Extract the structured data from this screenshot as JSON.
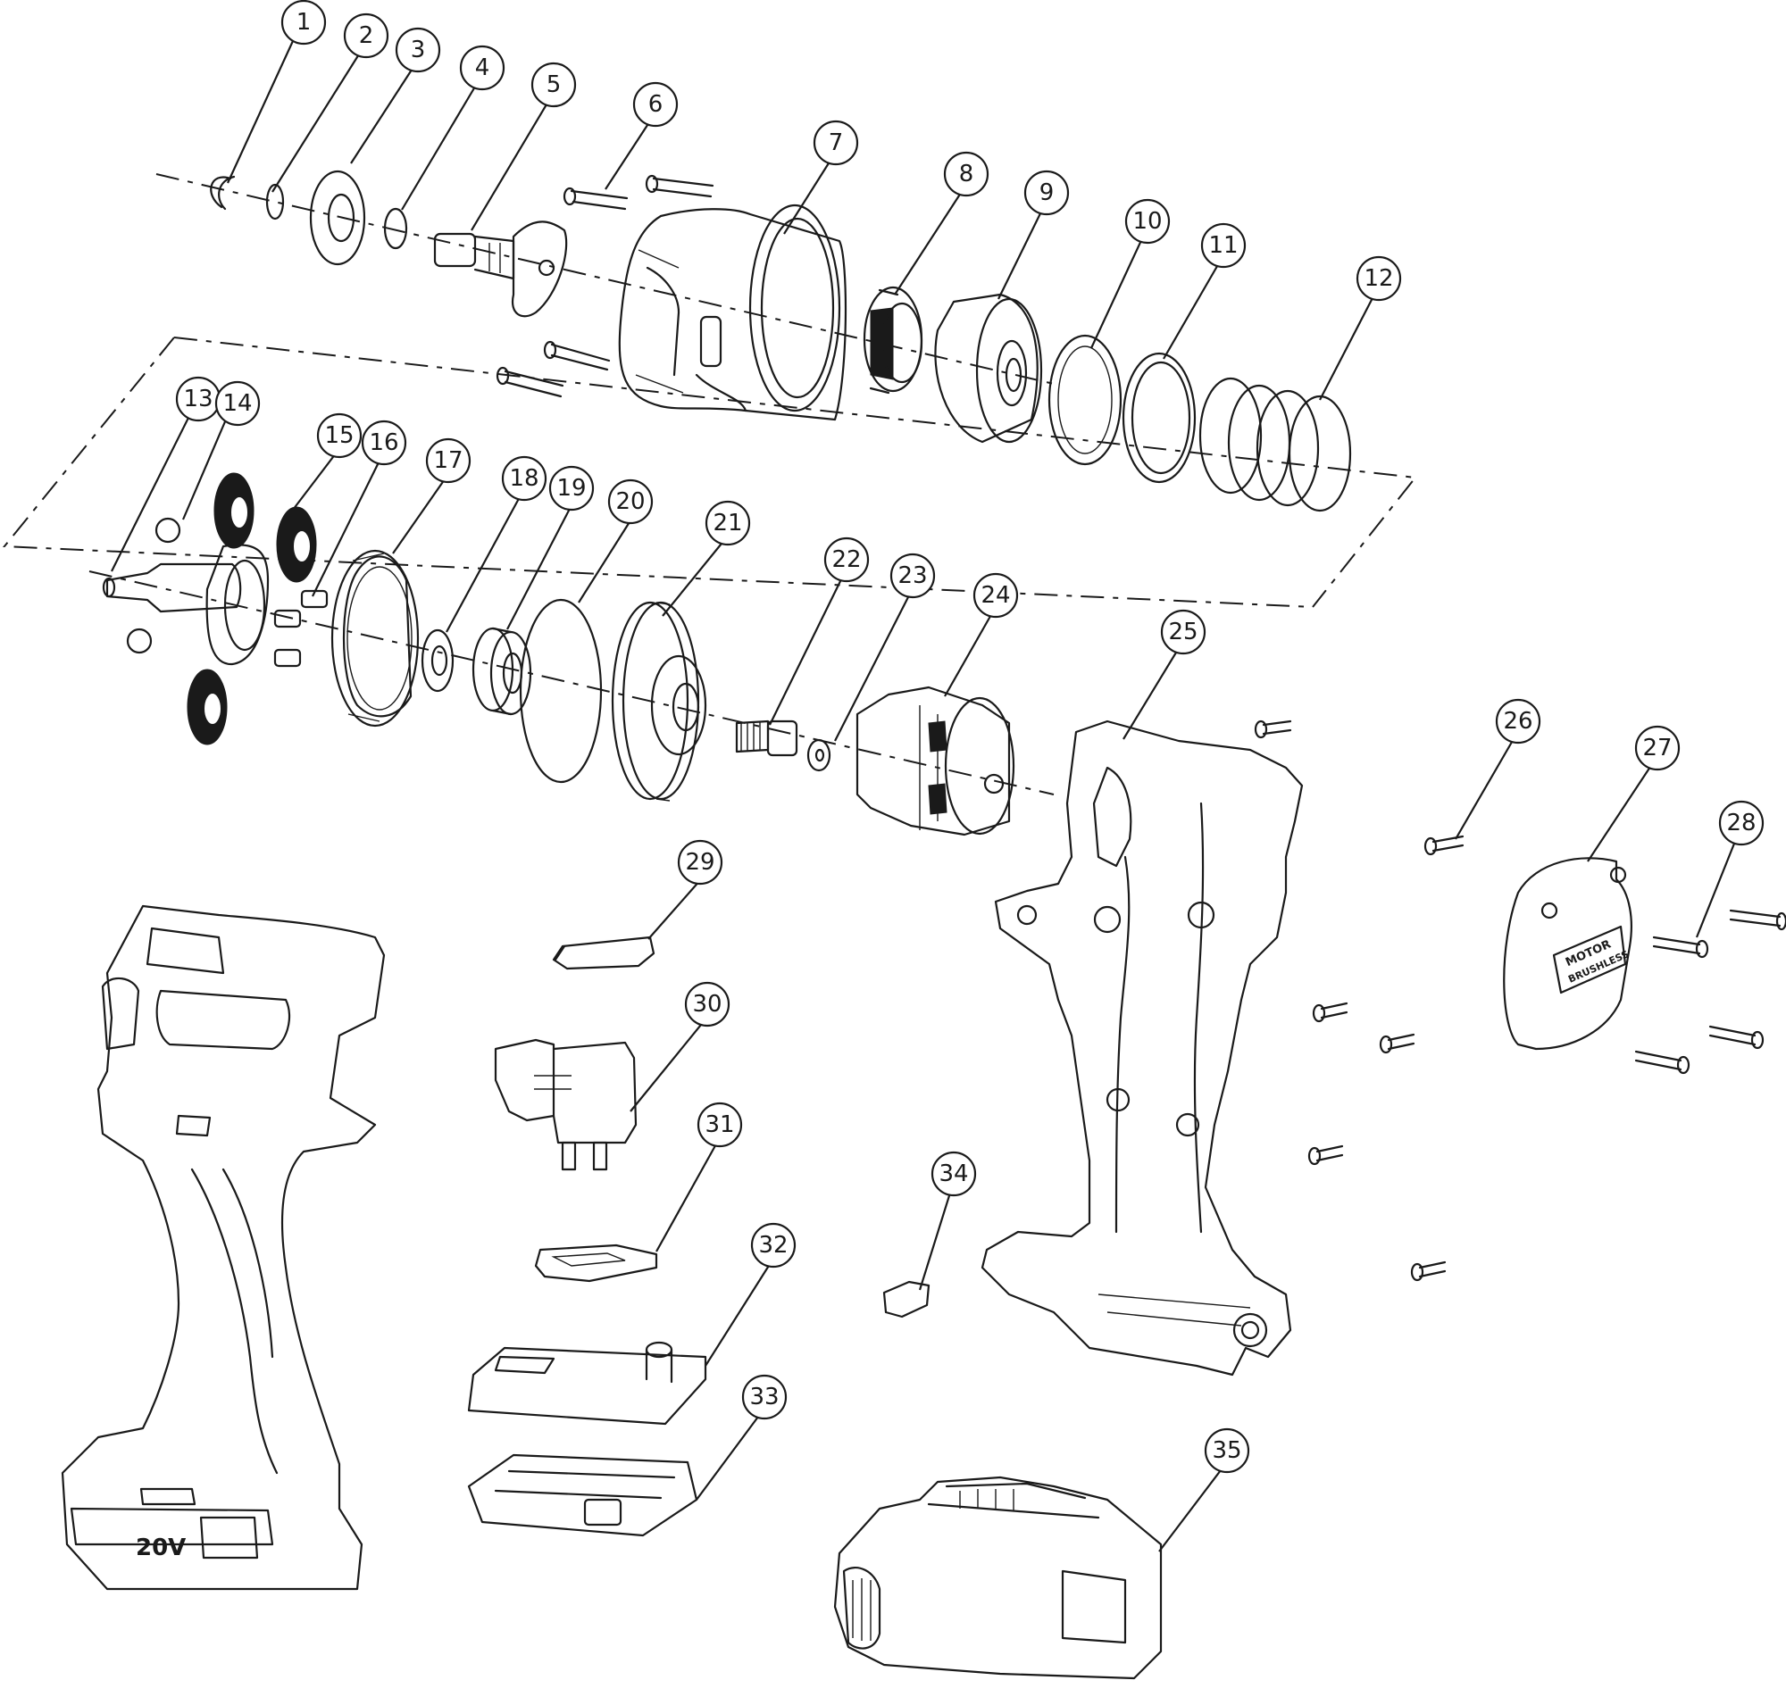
{
  "parts": [
    {
      "number": "1"
    },
    {
      "number": "2"
    },
    {
      "number": "3"
    },
    {
      "number": "4"
    },
    {
      "number": "5"
    },
    {
      "number": "6"
    },
    {
      "number": "7"
    },
    {
      "number": "8"
    },
    {
      "number": "9"
    },
    {
      "number": "10"
    },
    {
      "number": "11"
    },
    {
      "number": "12"
    },
    {
      "number": "13"
    },
    {
      "number": "14"
    },
    {
      "number": "15"
    },
    {
      "number": "16"
    },
    {
      "number": "17"
    },
    {
      "number": "18"
    },
    {
      "number": "19"
    },
    {
      "number": "20"
    },
    {
      "number": "21"
    },
    {
      "number": "22"
    },
    {
      "number": "23"
    },
    {
      "number": "24"
    },
    {
      "number": "25"
    },
    {
      "number": "26"
    },
    {
      "number": "27"
    },
    {
      "number": "28"
    },
    {
      "number": "29"
    },
    {
      "number": "30"
    },
    {
      "number": "31"
    },
    {
      "number": "32"
    },
    {
      "number": "33"
    },
    {
      "number": "34"
    },
    {
      "number": "35"
    }
  ],
  "markings": {
    "voltage_label": "20V",
    "motor_cover_text_1": "MOTOR",
    "motor_cover_text_2": "BRUSHLESS"
  }
}
